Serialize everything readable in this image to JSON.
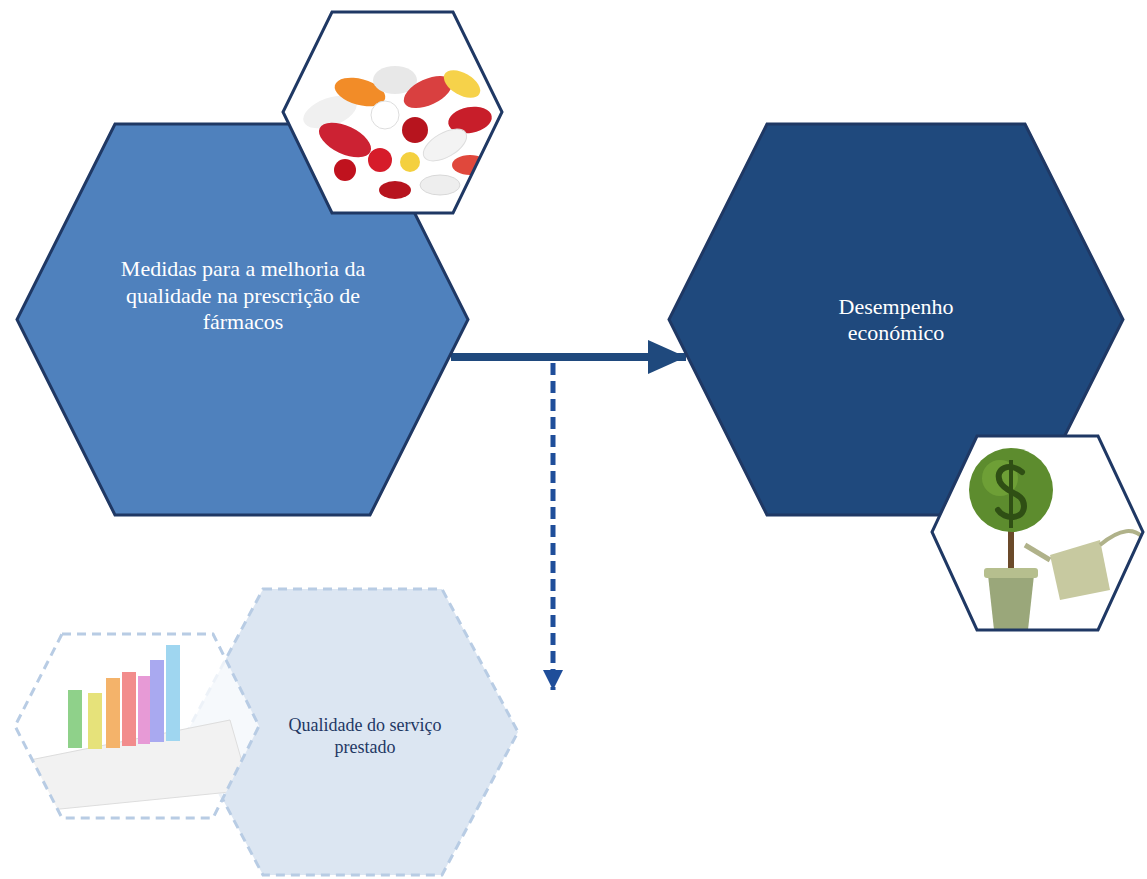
{
  "diagram": {
    "nodes": [
      {
        "text": [
          "Medidas para a melhoria da qualidade na prescrição de fármacos"
        ]
      },
      {
        "text": [
          "Desempenho económico"
        ]
      },
      {
        "text": [
          "Qualidade do serviço prestado"
        ]
      }
    ],
    "edges": [
      {
        "from": 0,
        "to": 1,
        "arrow": "to"
      },
      {
        "from": 0,
        "to": 2,
        "arrow": "to"
      }
    ]
  }
}
